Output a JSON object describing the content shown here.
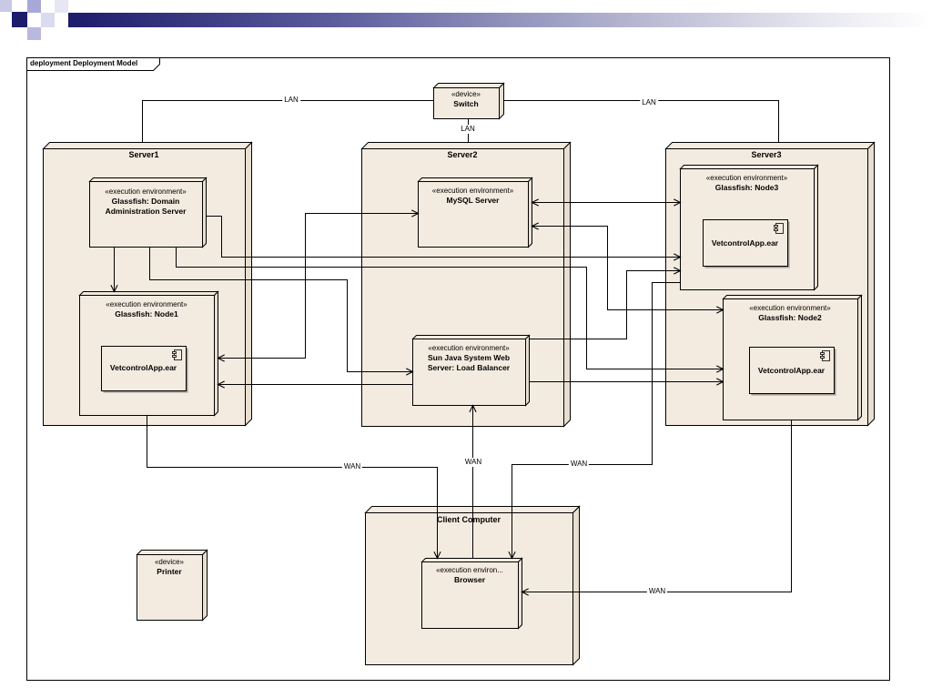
{
  "theme": {
    "header_bar_color": "#1c1c6b",
    "node_fill": "#f3ebe0",
    "node_side_fill": "#e9dfd1",
    "line_color": "#000000",
    "shadow_color": "#a09a92"
  },
  "diagram": {
    "frame_label": "deployment Deployment Model",
    "nodes": {
      "switch": {
        "stereotype": "«device»",
        "name": "Switch"
      },
      "server1": {
        "name": "Server1"
      },
      "server2": {
        "name": "Server2"
      },
      "server3": {
        "name": "Server3"
      },
      "client_computer": {
        "name": "Client Computer"
      },
      "printer": {
        "stereotype": "«device»",
        "name": "Printer"
      }
    },
    "execution_environments": {
      "domain_admin": {
        "stereotype": "«execution environment»",
        "name": "Glassfish: Domain Administration Server"
      },
      "node1": {
        "stereotype": "«execution environment»",
        "name": "Glassfish: Node1",
        "artifact": "VetcontrolApp.ear"
      },
      "mysql": {
        "stereotype": "«execution environment»",
        "name": "MySQL Server"
      },
      "load_balancer": {
        "stereotype": "«execution environment»",
        "name": "Sun Java System Web Server: Load Balancer"
      },
      "node3": {
        "stereotype": "«execution environment»",
        "name": "Glassfish: Node3",
        "artifact": "VetcontrolApp.ear"
      },
      "node2": {
        "stereotype": "«execution environment»",
        "name": "Glassfish: Node2",
        "artifact": "VetcontrolApp.ear"
      },
      "browser": {
        "stereotype": "«execution environ...",
        "name": "Browser"
      }
    },
    "connector_labels": {
      "lan_server1_switch": "LAN",
      "lan_switch_server2": "LAN",
      "lan_switch_server3": "LAN",
      "wan_node1_browser": "WAN",
      "wan_browser_load_balancer": "WAN",
      "wan_node3_browser": "WAN",
      "wan_node2_browser": "WAN"
    }
  }
}
